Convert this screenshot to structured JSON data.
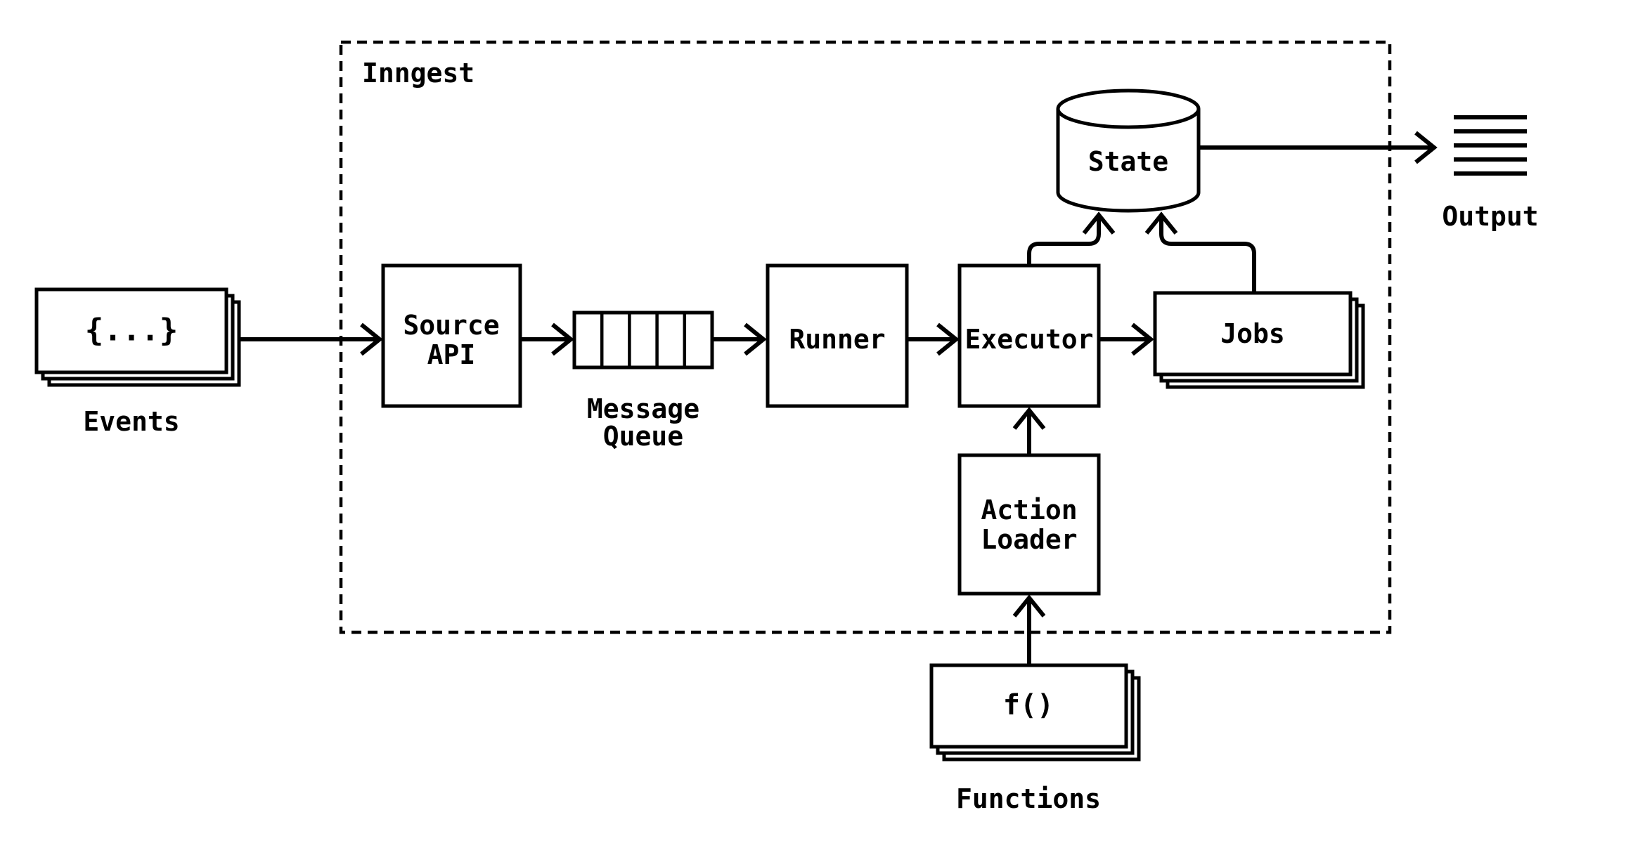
{
  "container": {
    "label": "Inngest"
  },
  "nodes": {
    "events": {
      "icon_text": "{...}",
      "label": "Events"
    },
    "source_api": {
      "line1": "Source",
      "line2": "API"
    },
    "message_queue": {
      "line1": "Message",
      "line2": "Queue"
    },
    "runner": {
      "label": "Runner"
    },
    "executor": {
      "label": "Executor"
    },
    "state": {
      "label": "State"
    },
    "jobs": {
      "label": "Jobs"
    },
    "action_loader": {
      "line1": "Action",
      "line2": "Loader"
    },
    "functions": {
      "icon_text": "f()",
      "label": "Functions"
    },
    "output": {
      "label": "Output"
    }
  },
  "colors": {
    "stroke": "#000000",
    "background": "#ffffff"
  }
}
